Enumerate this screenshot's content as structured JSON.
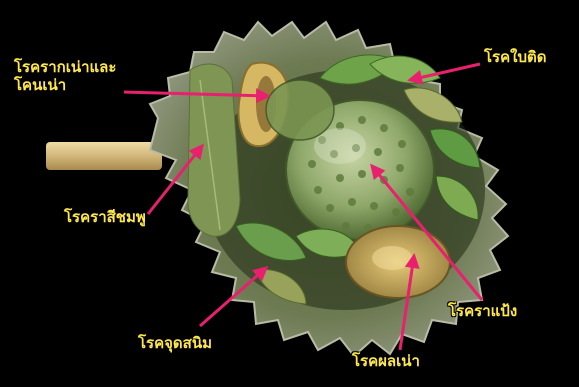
{
  "colors": {
    "label_text": "#ffe84a",
    "arrow": "#e8206e",
    "background": "#000000",
    "fruit_green": "#8fa86a",
    "spike_grey": "#9aa08e",
    "stem": "#d8bf86"
  },
  "labels": {
    "root_rot_line1": "โรครากเน่าและ",
    "root_rot_line2": "โคนเน่า",
    "leaf_blight": "โรคใบติด",
    "pink_disease": "โรคราสีชมพู",
    "algal_spot": "โรคจุดสนิม",
    "fruit_rot": "โรคผลเน่า",
    "powdery_mildew": "โรคราแป้ง"
  }
}
